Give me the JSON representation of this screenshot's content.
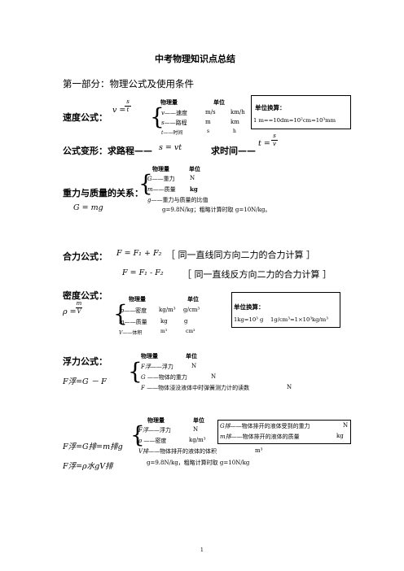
{
  "title": "中考物理知识点总结",
  "part1": "第一部分：物理公式及使用条件",
  "speed": {
    "label": "速度公式：",
    "formula_lhs": "v =",
    "numerator": "s",
    "denominator": "t",
    "header_qty": "物理量",
    "header_unit": "单位",
    "rows": [
      {
        "sym": "v",
        "name": "——速度",
        "u1": "m/s",
        "u2": "km/h"
      },
      {
        "sym": "s",
        "name": "——路程",
        "u1": "m",
        "u2": "km"
      },
      {
        "sym": "t",
        "name": "——时间",
        "u1": "s",
        "u2": "h"
      }
    ],
    "conv_title": "单位换算：",
    "conv_text": "1 m==10dm=10²cm=10³mm"
  },
  "transform": {
    "label": "公式变形：求路程——",
    "dist_formula": "s = vt",
    "time_label": "求时间——",
    "time_lhs": "t =",
    "time_num": "s",
    "time_den": "v"
  },
  "gravity": {
    "label": "重力与质量的关系：",
    "formula": "G = mg",
    "header_qty": "物理量",
    "header_unit": "单位",
    "rows": [
      {
        "sym": "G",
        "name": "——重力",
        "unit": "N"
      },
      {
        "sym": "m",
        "name": "——质量",
        "unit": "kg"
      },
      {
        "sym": "g",
        "name": "——重力与质量的比值",
        "unit": ""
      }
    ],
    "note": "g=9.8N/kg；粗略计算时取 g=10N/kg。"
  },
  "resultant": {
    "label": "合力公式：",
    "f1": "F = F₁ + F₂",
    "d1": "［ 同一直线同方向二力的合力计算 ］",
    "f2": "F = F₁ - F₂",
    "d2": "［ 同一直线反方向二力的合力计算 ］"
  },
  "density": {
    "label": "密度公式：",
    "formula_lhs": "ρ =",
    "numerator": "m",
    "denominator": "V",
    "header_qty": "物理量",
    "header_unit": "单位",
    "rows": [
      {
        "sym": "ρ",
        "name": "——密度",
        "u1": "kg/m³",
        "u2": "g/cm³"
      },
      {
        "sym": "m",
        "name": "——质量",
        "u1": "kg",
        "u2": "g"
      },
      {
        "sym": "V",
        "name": "——体积",
        "u1": "m³",
        "u2": "cm³"
      }
    ],
    "conv_title": "单位换算：",
    "conv_text": "1kg=10³ g    1g/cm³=1×10³kg/m³"
  },
  "buoyancy1": {
    "label": "浮力公式：",
    "formula": "F浮=G － F",
    "header_qty": "物理量",
    "header_unit": "单位",
    "rows": [
      {
        "sym": "F浮",
        "name": "——浮力",
        "unit": "N"
      },
      {
        "sym": "G",
        "name": " ——物体的重力",
        "unit": "N"
      },
      {
        "sym": "F",
        "name": " ——物体浸没液体中时弹簧测力计的读数",
        "unit": "N"
      }
    ]
  },
  "buoyancy2": {
    "header_qty": "物理量",
    "header_unit": "单位",
    "formula1": "F浮=G排=m排g",
    "formula2": "F浮=ρ水gV排",
    "rows": [
      {
        "sym": "F浮",
        "name": "——浮力",
        "unit": "N"
      },
      {
        "sym": "ρ",
        "name": " ——密度",
        "unit": "kg/m³"
      },
      {
        "sym": "V排",
        "name": "——物体排开的液体的体积",
        "unit": "m³"
      }
    ],
    "note": "g=9.8N/kg，粗略计算时取 g=10N/kg",
    "box_rows": [
      {
        "sym": "G排",
        "text": "——物体排开的液体受到的重力",
        "unit": "N"
      },
      {
        "sym": "m排",
        "text": "——物体排开的液体的质量",
        "unit": "kg"
      }
    ]
  },
  "page_number": "1"
}
